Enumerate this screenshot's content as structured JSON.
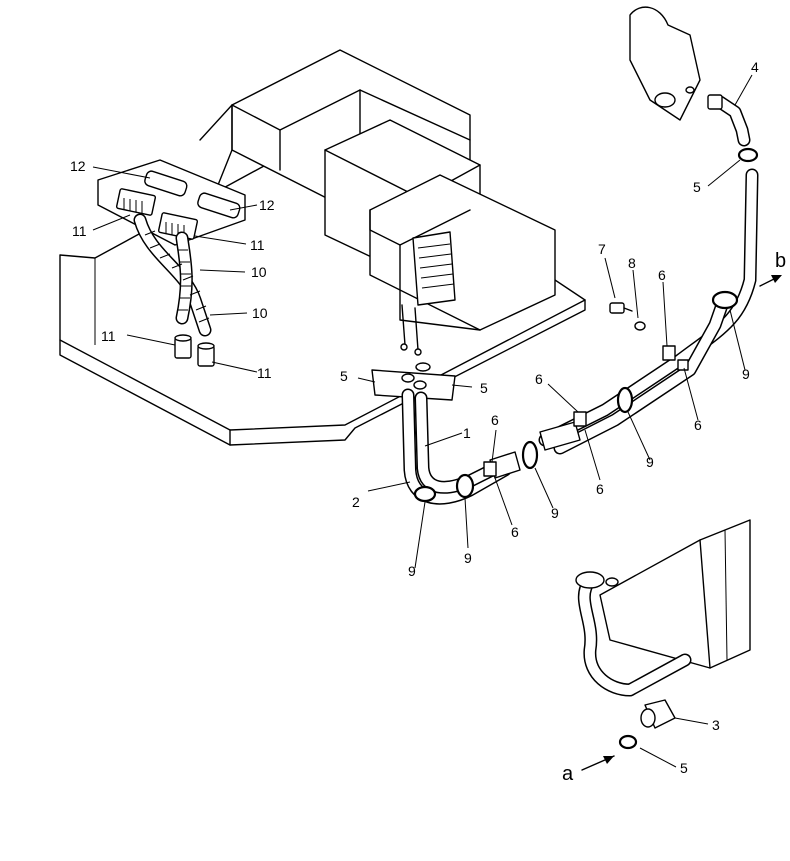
{
  "labels": {
    "l1": "1",
    "l2": "2",
    "l3": "3",
    "l4": "4",
    "l5a": "5",
    "l5b": "5",
    "l5c": "5",
    "l5d": "5",
    "l6a": "6",
    "l6b": "6",
    "l6c": "6",
    "l6d": "6",
    "l6e": "6",
    "l6f": "6",
    "l7": "7",
    "l8": "8",
    "l9a": "9",
    "l9b": "9",
    "l9c": "9",
    "l9d": "9",
    "l9e": "9",
    "l10a": "10",
    "l10b": "10",
    "l11a": "11",
    "l11b": "11",
    "l11c": "11",
    "l11d": "11",
    "l12a": "12",
    "l12b": "12"
  },
  "arrows": {
    "inlet": "a",
    "outlet": "b"
  }
}
